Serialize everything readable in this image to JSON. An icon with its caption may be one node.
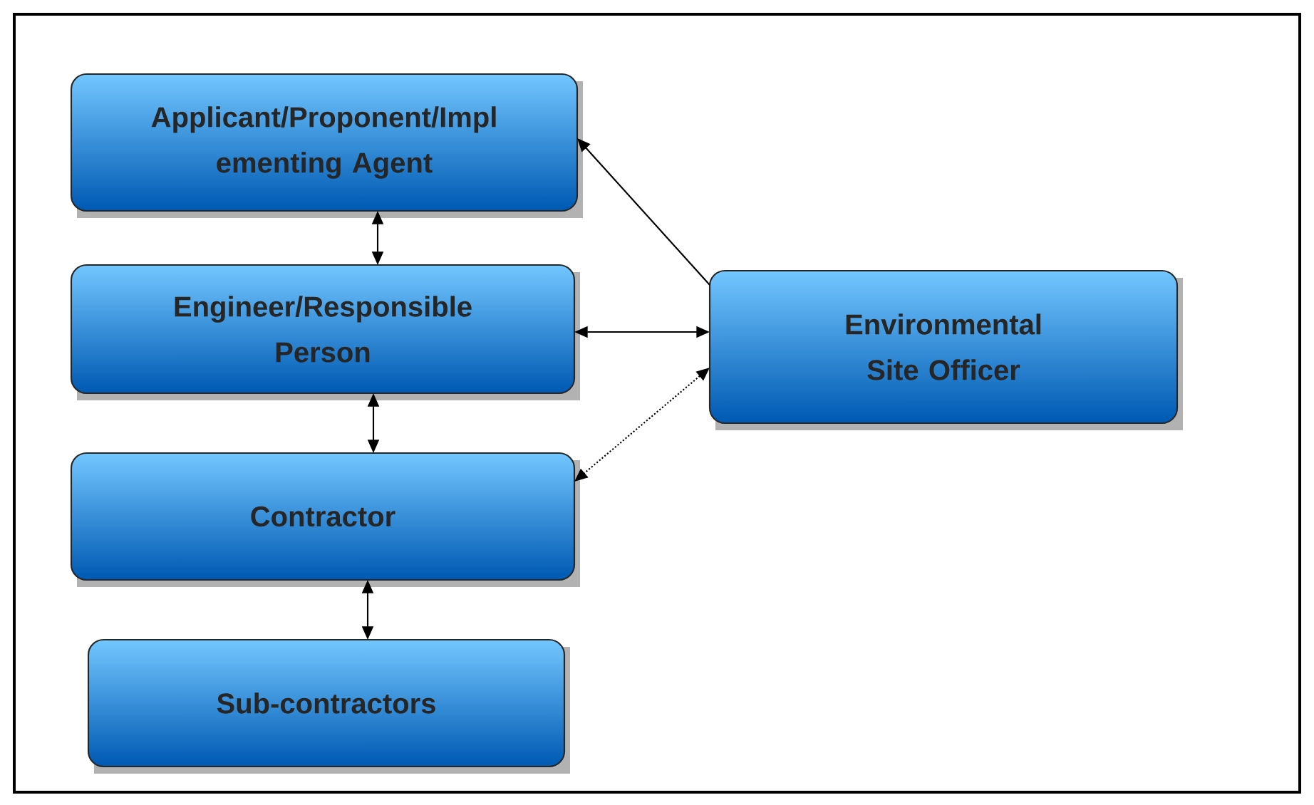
{
  "diagram": {
    "nodes": [
      {
        "text": [
          "Applicant/Proponent/Impl ementing Agent"
        ]
      },
      {
        "text": [
          "Engineer/Responsible Person"
        ]
      },
      {
        "text": [
          "Contractor"
        ]
      },
      {
        "text": [
          "Sub-contractors"
        ]
      },
      {
        "text": [
          "Environmental Site Officer"
        ]
      }
    ],
    "edges": [
      {
        "from": 0,
        "to": 1,
        "arrow": "both"
      },
      {
        "from": 1,
        "to": 2,
        "arrow": "both"
      },
      {
        "from": 2,
        "to": 3,
        "arrow": "both"
      },
      {
        "from": 4,
        "to": 0,
        "arrow": "to"
      },
      {
        "from": 1,
        "to": 4,
        "arrow": "both"
      },
      {
        "from": 4,
        "to": 2,
        "arrow": "both",
        "style": "dashed"
      }
    ]
  }
}
